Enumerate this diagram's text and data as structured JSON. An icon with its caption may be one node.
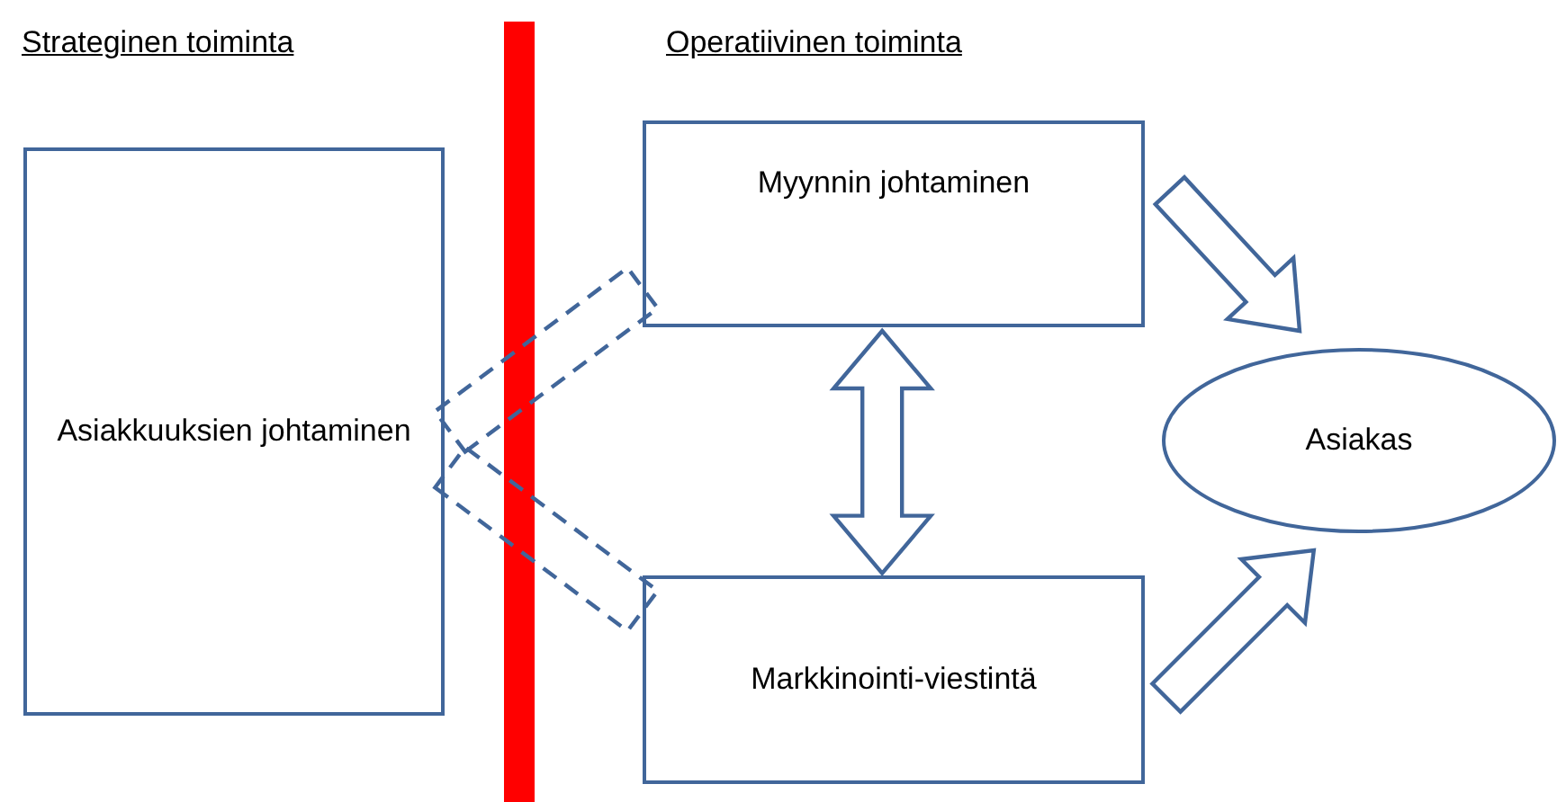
{
  "diagram": {
    "nodes": [
      {
        "text": [
          "Asiakkuuksien johtaminen"
        ]
      },
      {
        "text": [
          "Myynnin johtaminen"
        ]
      },
      {
        "text": [
          "Markkinointi-viestintä"
        ]
      },
      {
        "text": [
          "Asiakas"
        ]
      },
      {
        "text": [],
        "shape": "bar"
      }
    ],
    "edges": [
      {
        "from": 0,
        "to": 1,
        "arrow": "none",
        "style": "dashed"
      },
      {
        "from": 0,
        "to": 2,
        "arrow": "none",
        "style": "dashed"
      },
      {
        "from": 1,
        "to": 2,
        "arrow": "both"
      },
      {
        "from": 1,
        "to": 3,
        "arrow": "to"
      },
      {
        "from": 2,
        "to": 3,
        "arrow": "to"
      }
    ],
    "labels": [
      "Strateginen toiminta",
      "Operatiivinen toiminta"
    ]
  }
}
